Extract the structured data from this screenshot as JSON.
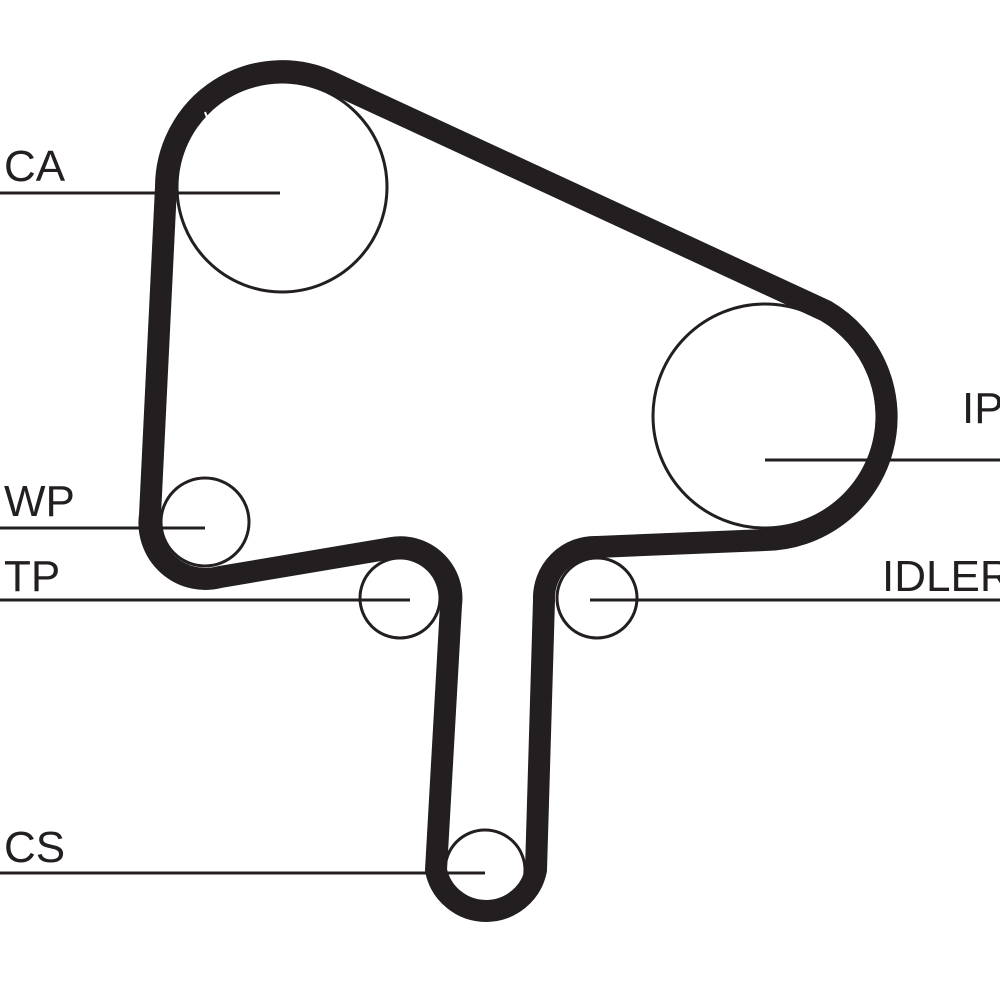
{
  "diagram": {
    "title": "Timing belt routing",
    "labels": {
      "ca": "CA",
      "ip": "IP",
      "wp": "WP",
      "tp": "TP",
      "idler": "IDLER",
      "cs": "CS"
    },
    "colors": {
      "belt": "#231f20",
      "line": "#231f20",
      "background": "#ffffff"
    }
  }
}
